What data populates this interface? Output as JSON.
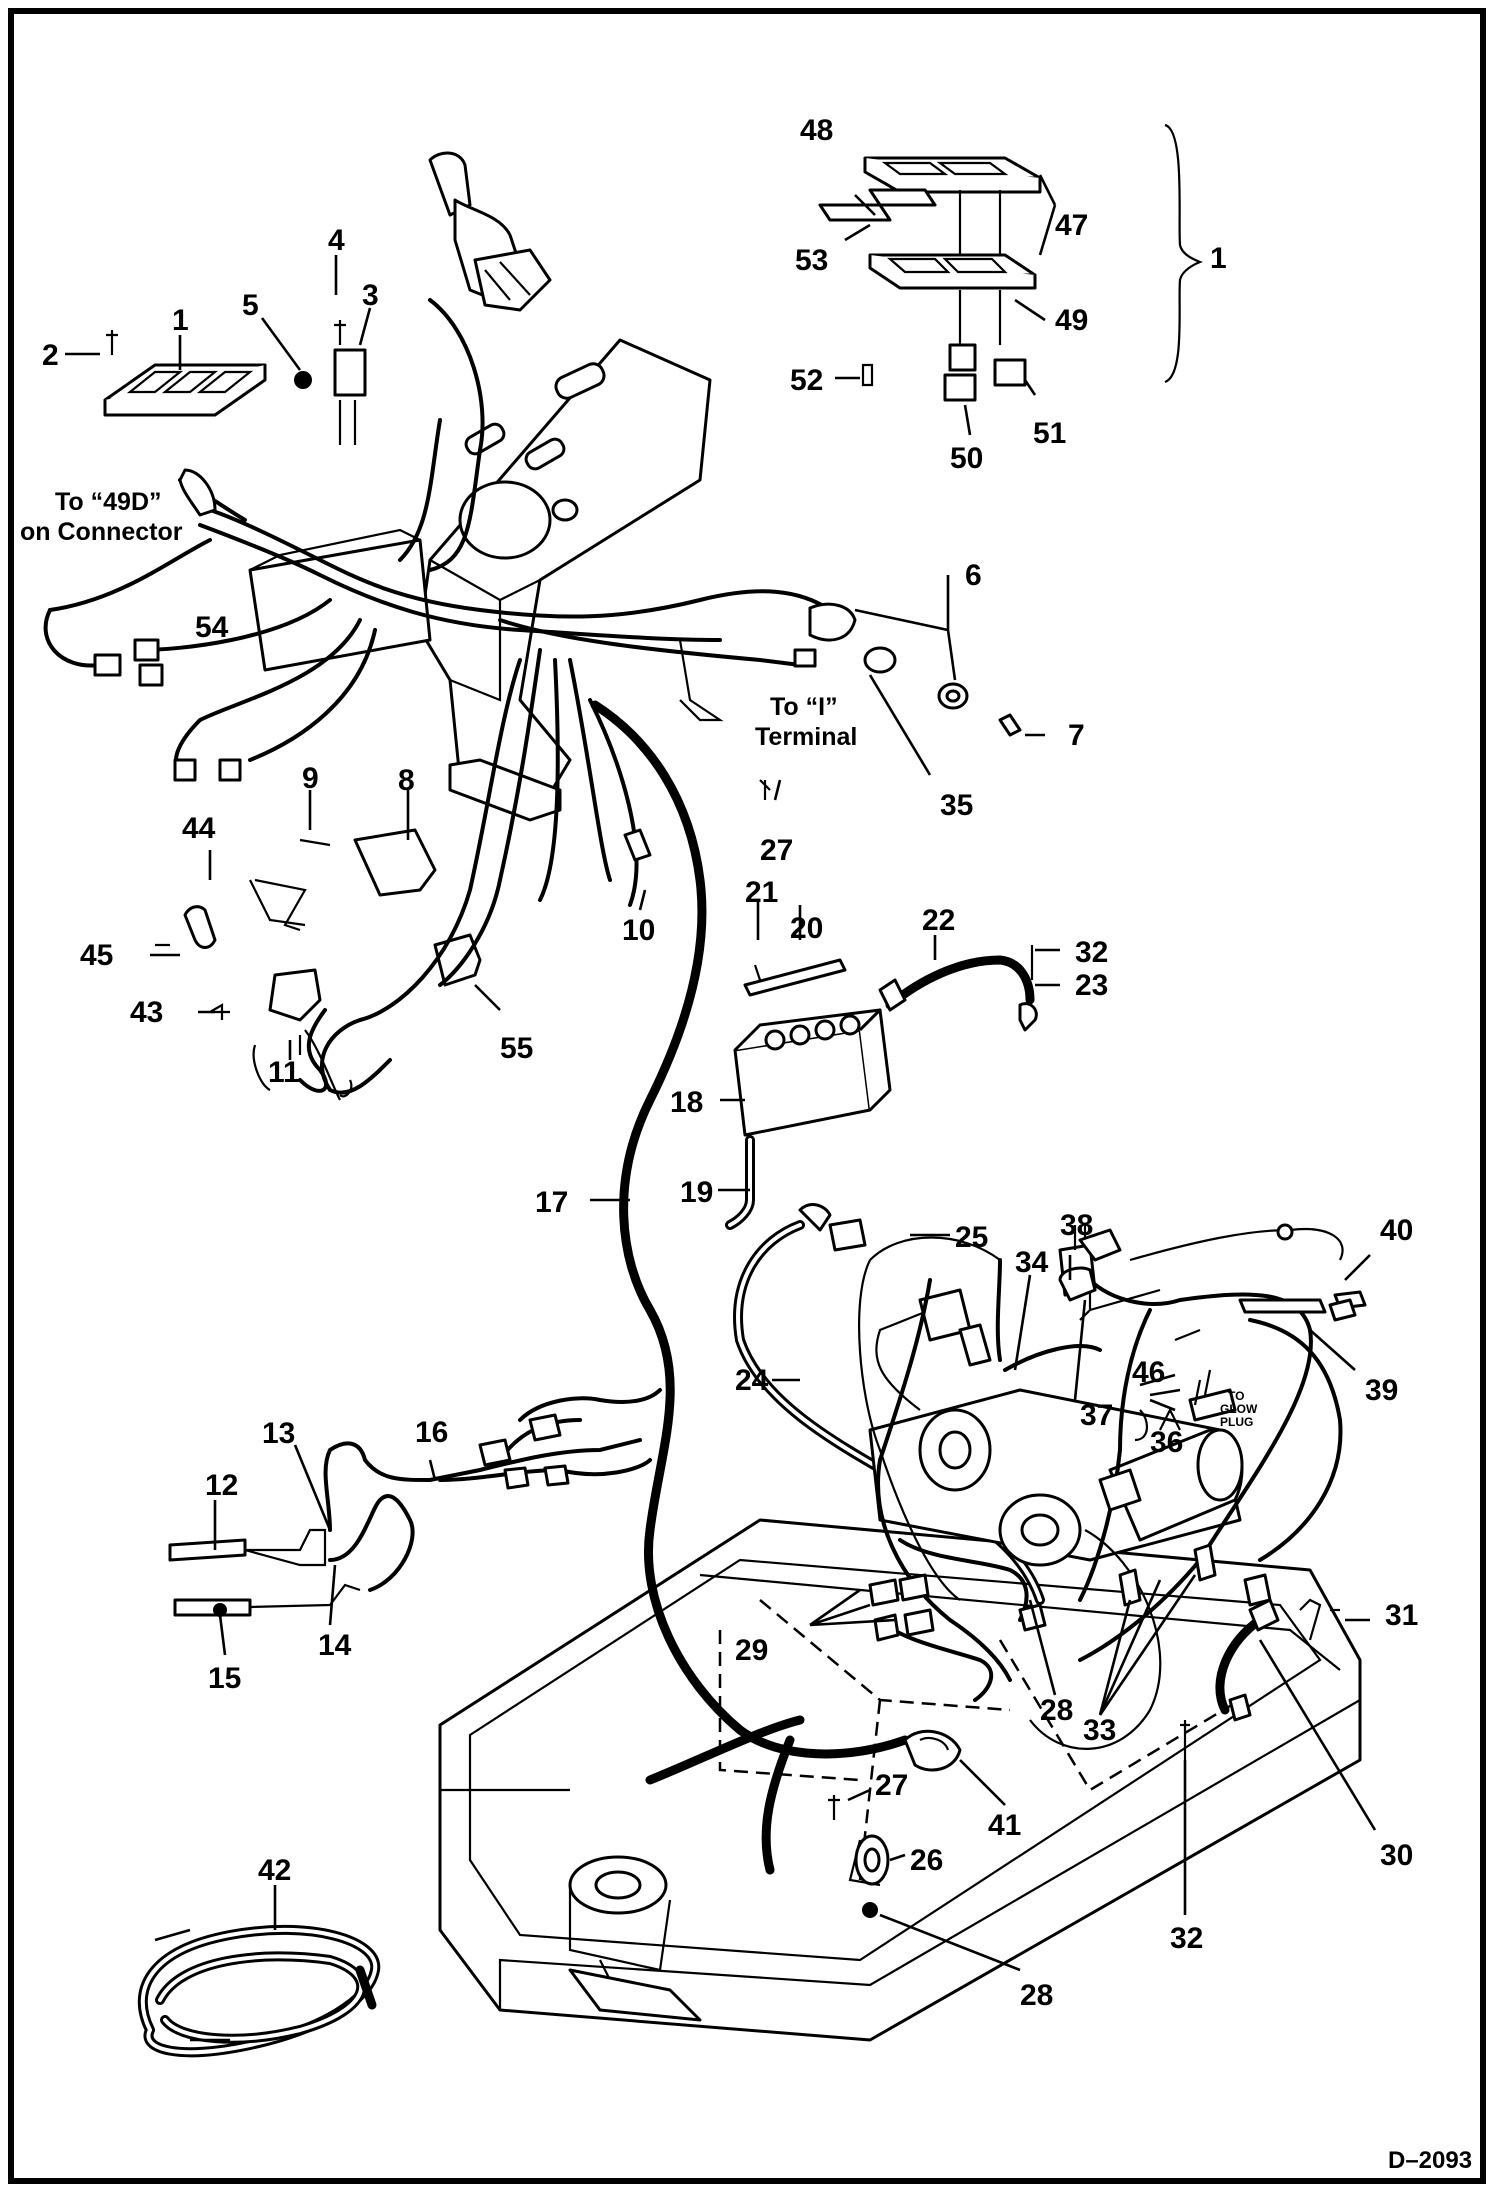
{
  "figure_id": "D–2093",
  "callouts": [
    "1",
    "1",
    "2",
    "3",
    "4",
    "5",
    "6",
    "7",
    "8",
    "9",
    "10",
    "11",
    "12",
    "13",
    "14",
    "15",
    "16",
    "17",
    "18",
    "19",
    "20",
    "21",
    "22",
    "23",
    "24",
    "25",
    "26",
    "27",
    "27",
    "28",
    "28",
    "29",
    "30",
    "31",
    "32",
    "32",
    "33",
    "34",
    "35",
    "36",
    "37",
    "38",
    "39",
    "40",
    "41",
    "42",
    "43",
    "44",
    "45",
    "46",
    "47",
    "48",
    "49",
    "50",
    "51",
    "52",
    "53",
    "54",
    "55"
  ],
  "notes": {
    "connector_line1": "To “49D”",
    "connector_line2": "on Connector",
    "terminal_line1": "To “I”",
    "terminal_line2": "Terminal",
    "glow_line1": "TO",
    "glow_line2": "GLOW",
    "glow_line3": "PLUG"
  }
}
